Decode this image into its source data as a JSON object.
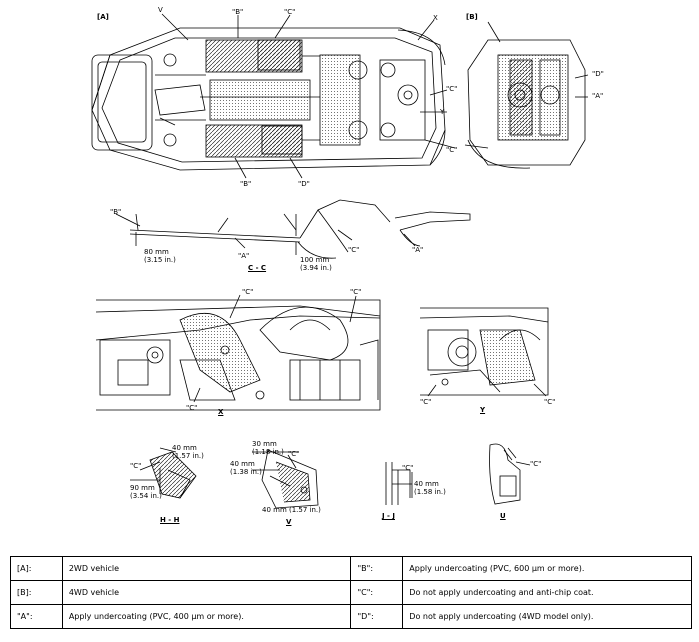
{
  "figure": {
    "views": {
      "main": {
        "panel_a": "[A]",
        "panel_b": "[B]",
        "x_mark": "X",
        "y_mark": "Y",
        "v_mark": "V",
        "b": "\"B\"",
        "c": "\"C\"",
        "d": "\"D\"",
        "a": "\"A\""
      },
      "section_cc": {
        "title": "C - C",
        "dim1_mm": "80 mm",
        "dim1_in": "(3.15 in.)",
        "dim2_mm": "100 mm",
        "dim2_in": "(3.94 in.)",
        "b": "\"B\"",
        "c": "\"C\"",
        "a": "\"A\""
      },
      "view_x": {
        "title": "X",
        "c": "\"C\""
      },
      "view_y": {
        "title": "Y",
        "c": "\"C\""
      },
      "section_hh": {
        "title": "H - H",
        "dim1_mm": "40 mm",
        "dim1_in": "(1.57 in.)",
        "dim2_mm": "90 mm",
        "dim2_in": "(3.54 in.)",
        "c": "\"C\""
      },
      "view_v": {
        "title": "V",
        "dim1_mm": "30 mm",
        "dim1_in": "(1.18 in.)",
        "dim2_mm": "40 mm",
        "dim2_in": "(1.38 in.)",
        "dim3": "40 mm (1.57 in.)",
        "c": "\"C\""
      },
      "section_jj": {
        "title": "J - J",
        "dim1_mm": "40 mm",
        "dim1_in": "(1.58 in.)",
        "c": "\"C\""
      },
      "view_u": {
        "title": "U",
        "c": "\"C\""
      }
    }
  },
  "legend": {
    "rows": [
      {
        "k1": "[A]:",
        "v1": "2WD vehicle",
        "k2": "\"B\":",
        "v2": "Apply undercoating (PVC, 600 µm or more)."
      },
      {
        "k1": "[B]:",
        "v1": "4WD vehicle",
        "k2": "\"C\":",
        "v2": "Do not apply undercoating and anti-chip coat."
      },
      {
        "k1": "\"A\":",
        "v1": "Apply undercoating (PVC, 400 µm or more).",
        "k2": "\"D\":",
        "v2": "Do not apply undercoating (4WD model only)."
      }
    ]
  }
}
